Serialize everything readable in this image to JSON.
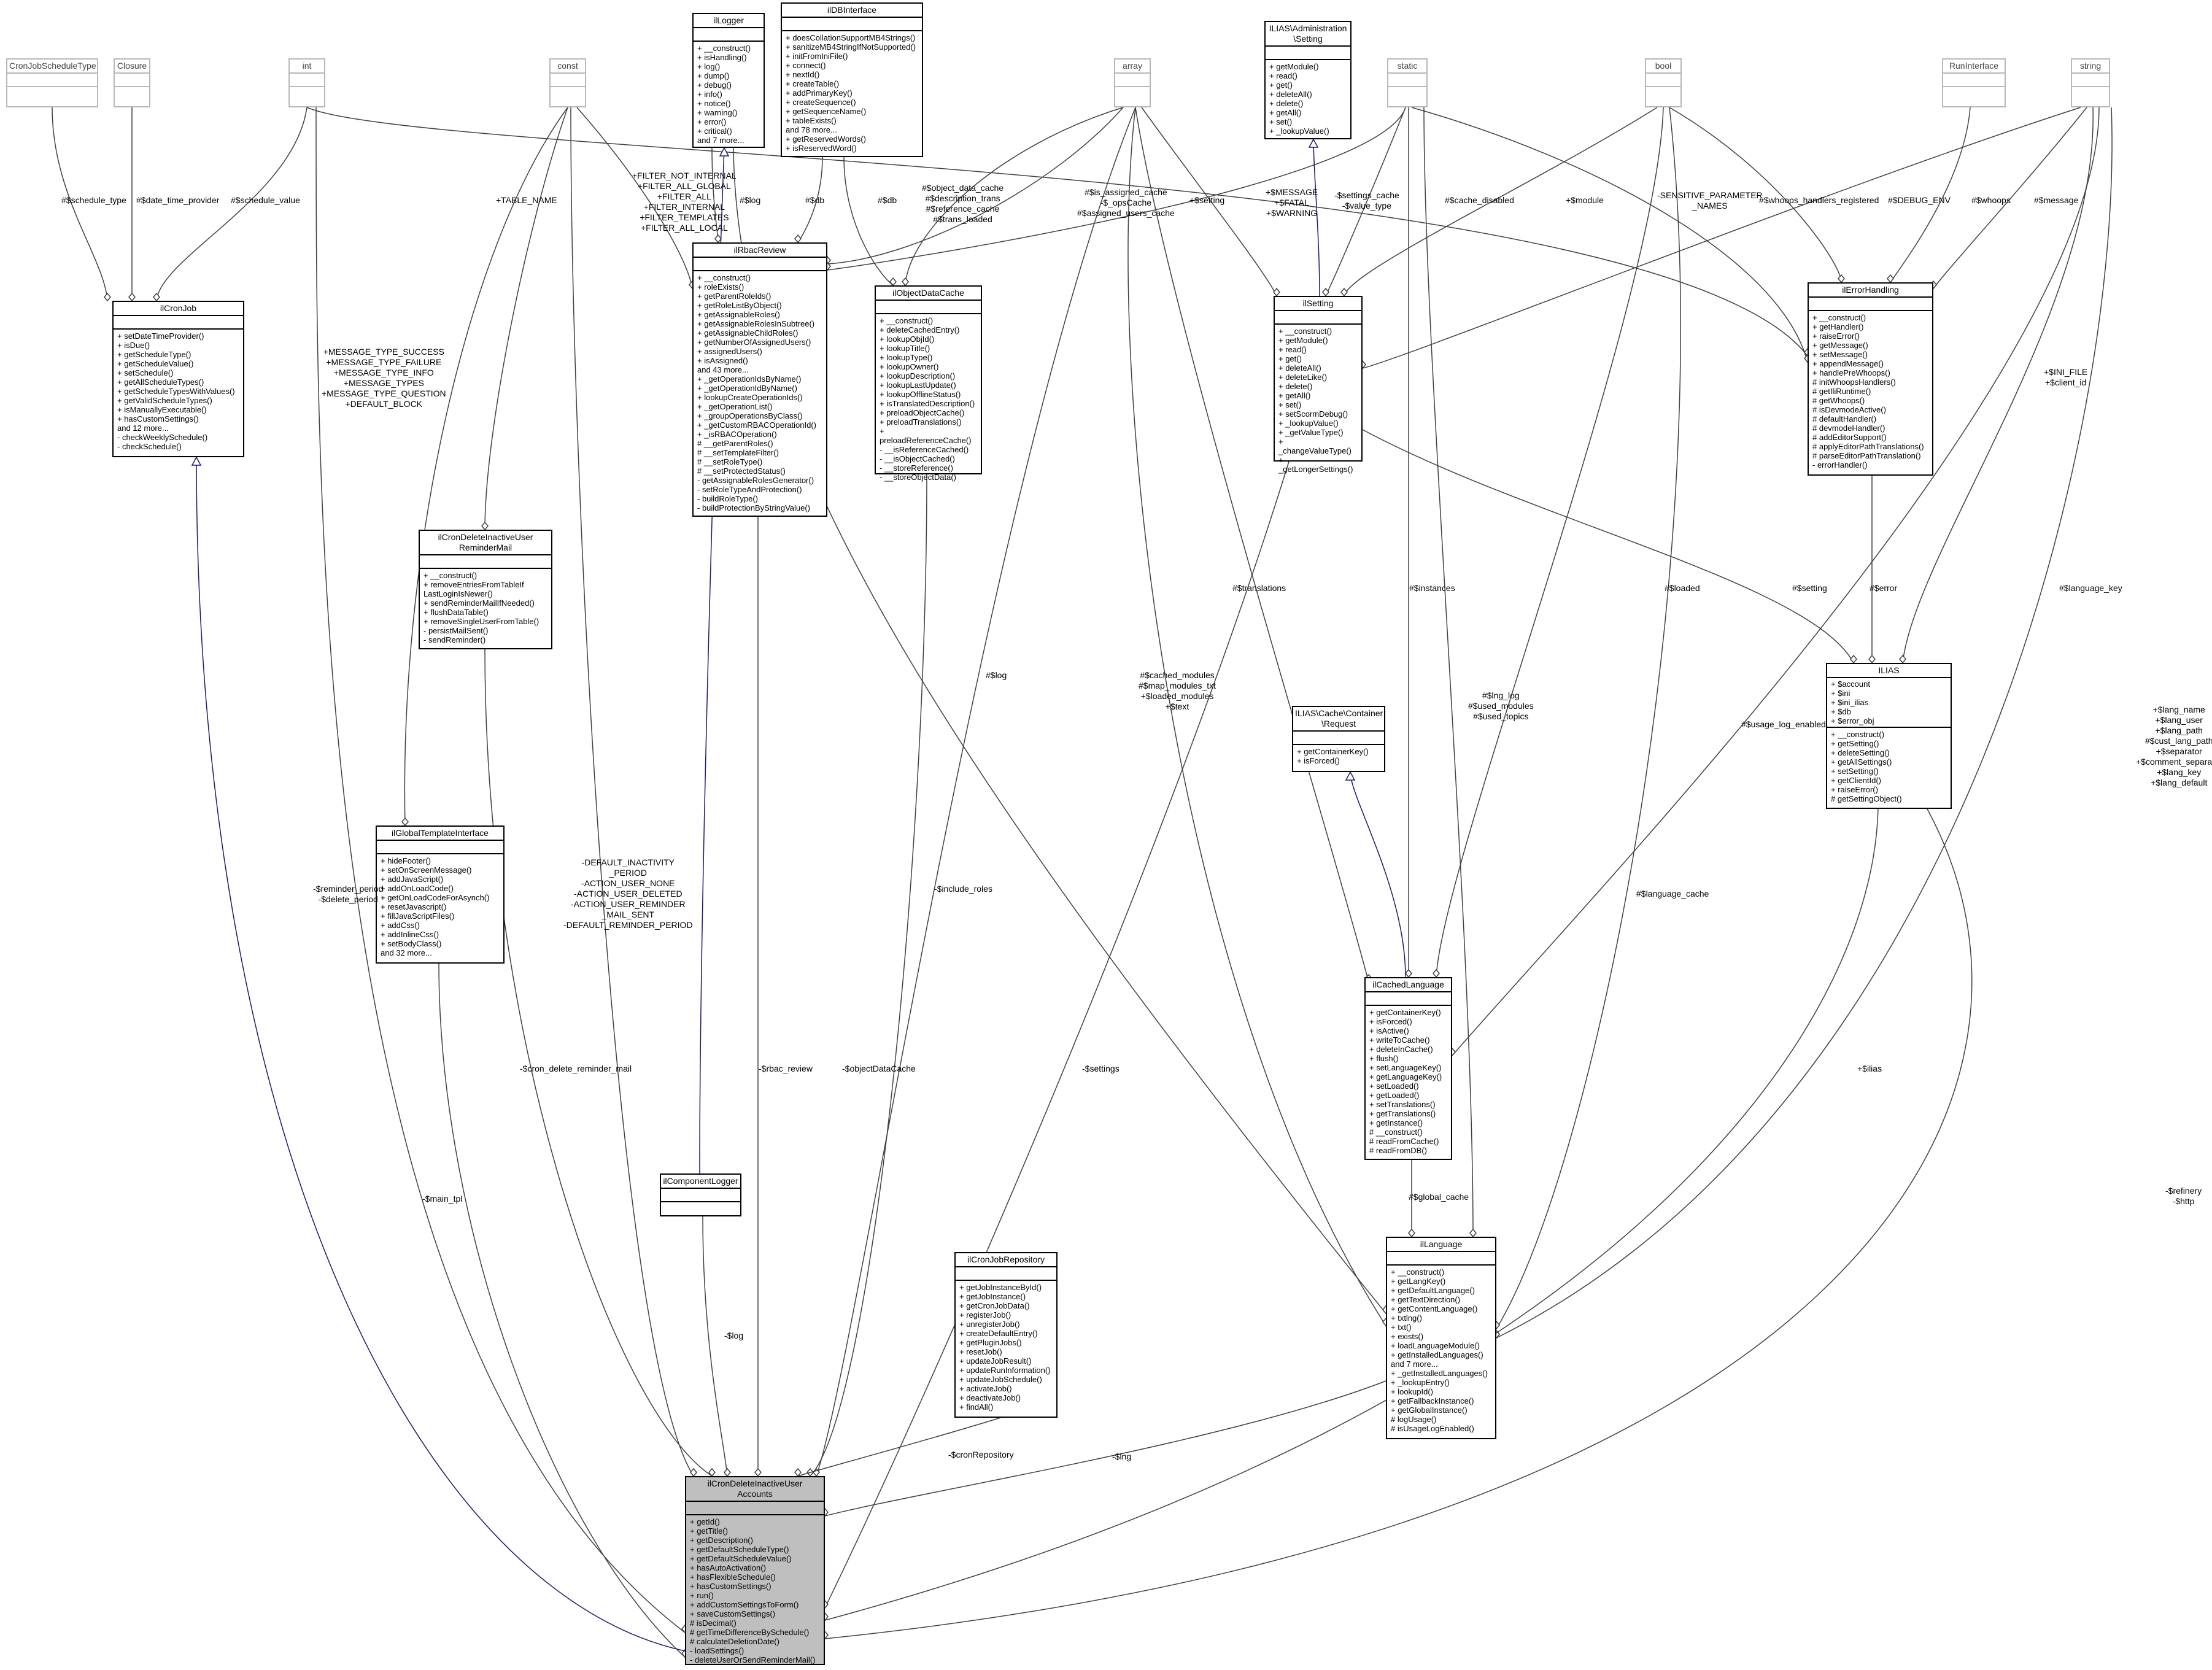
{
  "colors": {
    "edge": "#404040",
    "inherit": "#191970",
    "focus_fill": "#bfbfbf",
    "external_border": "#b8b8b8"
  },
  "classes": {
    "cronjobscheduletype": {
      "title": "CronJobScheduleType",
      "attrs": "",
      "ops": ""
    },
    "closure": {
      "title": "Closure",
      "attrs": "",
      "ops": ""
    },
    "int": {
      "title": "int",
      "attrs": "",
      "ops": ""
    },
    "const": {
      "title": "const",
      "attrs": "",
      "ops": ""
    },
    "illogger": {
      "title": "ilLogger",
      "attrs": "",
      "ops": "+ __construct()\n+ isHandling()\n+ log()\n+ dump()\n+ debug()\n+ info()\n+ notice()\n+ warning()\n+ error()\n+ critical()\nand 7 more..."
    },
    "ildbinterface": {
      "title": "ilDBInterface",
      "attrs": "",
      "ops": "+ doesCollationSupportMB4Strings()\n+ sanitizeMB4StringIfNotSupported()\n+ initFromIniFile()\n+ connect()\n+ nextId()\n+ createTable()\n+ addPrimaryKey()\n+ createSequence()\n+ getSequenceName()\n+ tableExists()\nand 78 more...\n+ getReservedWords()\n+ isReservedWord()"
    },
    "array": {
      "title": "array",
      "attrs": "",
      "ops": ""
    },
    "admsetting": {
      "title": "ILIAS\\Administration\n\\Setting",
      "attrs": "",
      "ops": "+ getModule()\n+ read()\n+ get()\n+ deleteAll()\n+ delete()\n+ getAll()\n+ set()\n+ _lookupValue()"
    },
    "static": {
      "title": "static",
      "attrs": "",
      "ops": ""
    },
    "bool": {
      "title": "bool",
      "attrs": "",
      "ops": ""
    },
    "runinterface": {
      "title": "RunInterface",
      "attrs": "",
      "ops": ""
    },
    "string": {
      "title": "string",
      "attrs": "",
      "ops": ""
    },
    "ilcronjob": {
      "title": "ilCronJob",
      "attrs": "",
      "ops": "+ setDateTimeProvider()\n+ isDue()\n+ getScheduleType()\n+ getScheduleValue()\n+ setSchedule()\n+ getAllScheduleTypes()\n+ getScheduleTypesWithValues()\n+ getValidScheduleTypes()\n+ isManuallyExecutable()\n+ hasCustomSettings()\nand 12 more...\n- checkWeeklySchedule()\n- checkSchedule()"
    },
    "ilrbacreview": {
      "title": "ilRbacReview",
      "attrs": "",
      "ops": "+ __construct()\n+ roleExists()\n+ getParentRoleIds()\n+ getRoleListByObject()\n+ getAssignableRoles()\n+ getAssignableRolesInSubtree()\n+ getAssignableChildRoles()\n+ getNumberOfAssignedUsers()\n+ assignedUsers()\n+ isAssigned()\nand 43 more...\n+ _getOperationIdsByName()\n+ _getOperationIdByName()\n+ lookupCreateOperationIds()\n+ _getOperationList()\n+ _groupOperationsByClass()\n+ _getCustomRBACOperationId()\n+ _isRBACOperation()\n# __getParentRoles()\n# __setTemplateFilter()\n# __setRoleType()\n# __setProtectedStatus()\n- getAssignableRolesGenerator()\n- setRoleTypeAndProtection()\n- buildRoleType()\n- buildProtectionByStringValue()"
    },
    "ilobjectdatacache": {
      "title": "ilObjectDataCache",
      "attrs": "",
      "ops": "+ __construct()\n+ deleteCachedEntry()\n+ lookupObjId()\n+ lookupTitle()\n+ lookupType()\n+ lookupOwner()\n+ lookupDescription()\n+ lookupLastUpdate()\n+ lookupOfflineStatus()\n+ isTranslatedDescription()\n+ preloadObjectCache()\n+ preloadTranslations()\n+ preloadReferenceCache()\n- __isReferenceCached()\n- __isObjectCached()\n- __storeReference()\n- __storeObjectData()"
    },
    "ilsetting": {
      "title": "ilSetting",
      "attrs": "",
      "ops": "+ __construct()\n+ getModule()\n+ read()\n+ get()\n+ deleteAll()\n+ deleteLike()\n+ delete()\n+ getAll()\n+ set()\n+ setScormDebug()\n+ _lookupValue()\n+ _getValueType()\n+ _changeValueType()\n+ _getLongerSettings()"
    },
    "ilerrorhandling": {
      "title": "ilErrorHandling",
      "attrs": "",
      "ops": "+ __construct()\n+ getHandler()\n+ raiseError()\n+ getMessage()\n+ setMessage()\n+ appendMessage()\n+ handlePreWhoops()\n# initWhoopsHandlers()\n# getIliRuntime()\n# getWhoops()\n# isDevmodeActive()\n# defaultHandler()\n# devmodeHandler()\n# addEditorSupport()\n# applyEditorPathTranslations()\n# parseEditorPathTranslation()\n- errorHandler()"
    },
    "ilcrondeleteinactiveuserremindermail": {
      "title": "ilCronDeleteInactiveUser\nReminderMail",
      "attrs": "",
      "ops": "+ __construct()\n+ removeEntriesFromTableIf\nLastLoginIsNewer()\n+ sendReminderMailIfNeeded()\n+ flushDataTable()\n+ removeSingleUserFromTable()\n- persistMailSent()\n- sendReminder()"
    },
    "ilias": {
      "title": "ILIAS",
      "attrs": "+ $account\n+ $ini\n+ $ini_ilias\n+ $db\n+ $error_obj",
      "ops": "+ __construct()\n+ getSetting()\n+ deleteSetting()\n+ getAllSettings()\n+ setSetting()\n+ getClientId()\n+ raiseError()\n# getSettingObject()"
    },
    "containerrequest": {
      "title": "ILIAS\\Cache\\Container\n\\Request",
      "attrs": "",
      "ops": "+ getContainerKey()\n+ isForced()"
    },
    "ilglobaltemplateinterface": {
      "title": "ilGlobalTemplateInterface",
      "attrs": "",
      "ops": "+ hideFooter()\n+ setOnScreenMessage()\n+ addJavaScript()\n+ addOnLoadCode()\n+ getOnLoadCodeForAsynch()\n+ resetJavascript()\n+ fillJavaScriptFiles()\n+ addCss()\n+ addInlineCss()\n+ setBodyClass()\nand 32 more..."
    },
    "ilcachedlanguage": {
      "title": "ilCachedLanguage",
      "attrs": "",
      "ops": "+ getContainerKey()\n+ isForced()\n+ isActive()\n+ writeToCache()\n+ deleteInCache()\n+ flush()\n+ setLanguageKey()\n+ getLanguageKey()\n+ setLoaded()\n+ getLoaded()\n+ setTranslations()\n+ getTranslations()\n+ getInstance()\n# __construct()\n# readFromCache()\n# readFromDB()"
    },
    "ilcomponentlogger": {
      "title": "ilComponentLogger",
      "attrs": "",
      "ops": ""
    },
    "ilcronjobrepository": {
      "title": "ilCronJobRepository",
      "attrs": "",
      "ops": "+ getJobInstanceById()\n+ getJobInstance()\n+ getCronJobData()\n+ registerJob()\n+ unregisterJob()\n+ createDefaultEntry()\n+ getPluginJobs()\n+ resetJob()\n+ updateJobResult()\n+ updateRunInformation()\n+ updateJobSchedule()\n+ activateJob()\n+ deactivateJob()\n+ findAll()"
    },
    "illanguage": {
      "title": "ilLanguage",
      "attrs": "",
      "ops": "+ __construct()\n+ getLangKey()\n+ getDefaultLanguage()\n+ getTextDirection()\n+ getContentLanguage()\n+ txtlng()\n+ txt()\n+ exists()\n+ loadLanguageModule()\n+ getInstalledLanguages()\nand 7 more...\n+ _getInstalledLanguages()\n+ _lookupEntry()\n+ lookupId()\n+ getFallbackInstance()\n+ getGlobalInstance()\n# logUsage()\n# isUsageLogEnabled()"
    },
    "main": {
      "title": "ilCronDeleteInactiveUser\nAccounts",
      "attrs": "",
      "ops": "+ getId()\n+ getTitle()\n+ getDescription()\n+ getDefaultScheduleType()\n+ getDefaultScheduleValue()\n+ hasAutoActivation()\n+ hasFlexibleSchedule()\n+ hasCustomSettings()\n+ run()\n+ addCustomSettingsToForm()\n+ saveCustomSettings()\n# isDecimal()\n# getTimeDifferenceBySchedule()\n# calculateDeletionDate()\n- loadSettings()\n- deleteUserOrSendReminderMail()"
    }
  },
  "labels": {
    "schedule_type": "#$schedule_type",
    "date_time_provider": "#$date_time_provider",
    "schedule_value": "#$schedule_value",
    "table_name": "+TABLE_NAME",
    "filter_consts": "+FILTER_NOT_INTERNAL\n+FILTER_ALL_GLOBAL\n+FILTER_ALL\n+FILTER_INTERNAL\n+FILTER_TEMPLATES\n+FILTER_ALL_LOCAL",
    "log_rbac": "#$log",
    "db_rbac": "#$db",
    "db_objcache": "#$db",
    "objcache_arrays": "#$object_data_cache\n#$description_trans\n#$reference_cache\n#$trans_loaded",
    "rbac_arrays": "#$is_assigned_cache\n-$_opsCache\n#$assigned_users_cache",
    "setting_lbl": "+$setting",
    "message_consts": "+$MESSAGE\n+$FATAL\n+$WARNING",
    "settings_cache": "-$settings_cache\n-$value_type",
    "cache_disabled": "#$cache_disabled",
    "module": "+$module",
    "sensitive": "-SENSITIVE_PARAMETER\n_NAMES",
    "whoops_handlers": "#$whoops_handlers_registered",
    "debug_env": "#$DEBUG_ENV",
    "whoops": "#$whoops",
    "message": "#$message",
    "message_types": "+MESSAGE_TYPE_SUCCESS\n+MESSAGE_TYPE_FAILURE\n+MESSAGE_TYPE_INFO\n+MESSAGE_TYPES\n+MESSAGE_TYPE_QUESTION\n+DEFAULT_BLOCK",
    "ini_file": "+$INI_FILE\n+$client_id",
    "translations": "#$translations",
    "instances": "#$instances",
    "loaded": "#$loaded",
    "setting_ilias": "#$setting",
    "language_key": "#$language_key",
    "error": "#$error",
    "log_mid": "#$log",
    "cached_modules": "#$cached_modules\n#$map_modules_txt\n+$loaded_modules\n+$text",
    "lng_log": "#$lng_log\n#$used_modules\n#$used_topics",
    "usage_log_enabled": "#$usage_log_enabled",
    "lang_strings": "+$lang_name\n+$lang_user\n+$lang_path\n#$cust_lang_path\n+$separator\n+$comment_separator\n+$lang_key\n+$lang_default",
    "reminder_period": "-$reminder_period\n-$delete_period",
    "default_consts": "-DEFAULT_INACTIVITY\n_PERIOD\n-ACTION_USER_NONE\n-ACTION_USER_DELETED\n-ACTION_USER_REMINDER\n_MAIL_SENT\n-DEFAULT_REMINDER_PERIOD",
    "include_roles": "-$include_roles",
    "language_cache": "#$language_cache",
    "cron_delete_reminder_mail": "-$cron_delete_reminder_mail",
    "rbac_review": "-$rbac_review",
    "object_data_cache": "-$objectDataCache",
    "settings": "-$settings",
    "ilias_lbl": "+$ilias",
    "refinery": "-$refinery\n-$http",
    "global_cache": "#$global_cache",
    "main_tpl": "-$main_tpl",
    "log_comp": "-$log",
    "cron_repository": "-$cronRepository",
    "lng": "-$lng"
  }
}
